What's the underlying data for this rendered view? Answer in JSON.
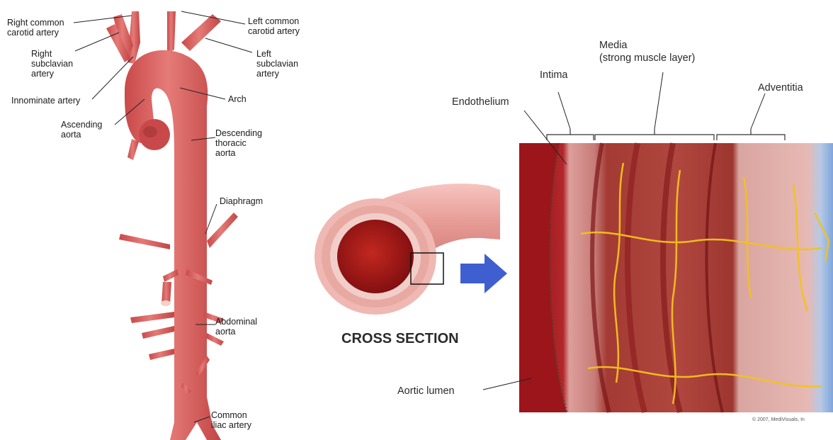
{
  "left_labels": {
    "right_common_carotid": [
      "Right common",
      "carotid artery"
    ],
    "left_common_carotid": [
      "Left common",
      "carotid artery"
    ],
    "right_subclavian": [
      "Right",
      "subclavian",
      "artery"
    ],
    "left_subclavian": [
      "Left",
      "subclavian",
      "artery"
    ],
    "innominate": [
      "Innominate artery"
    ],
    "arch": [
      "Arch"
    ],
    "ascending_aorta": [
      "Ascending",
      "aorta"
    ],
    "descending_thoracic": [
      "Descending",
      "thoracic",
      "aorta"
    ],
    "diaphragm": [
      "Diaphragm"
    ],
    "abdominal_aorta": [
      "Abdominal",
      "aorta"
    ],
    "common_iliac": [
      "Common",
      "iliac artery"
    ]
  },
  "right_labels": {
    "media": [
      "Media",
      "(strong muscle layer)"
    ],
    "intima": [
      "Intima"
    ],
    "adventitia": [
      "Adventitia"
    ],
    "endothelium": [
      "Endothelium"
    ],
    "cross_section": "CROSS SECTION",
    "aortic_lumen": "Aortic lumen",
    "copyright": "© 2007, MediVisuals, In"
  },
  "colors": {
    "artery": "#d9605e",
    "artery_dark": "#b8403f",
    "lumen": "#a4171a",
    "arrow": "#3f5fd0",
    "nerve": "#f3c21e"
  }
}
